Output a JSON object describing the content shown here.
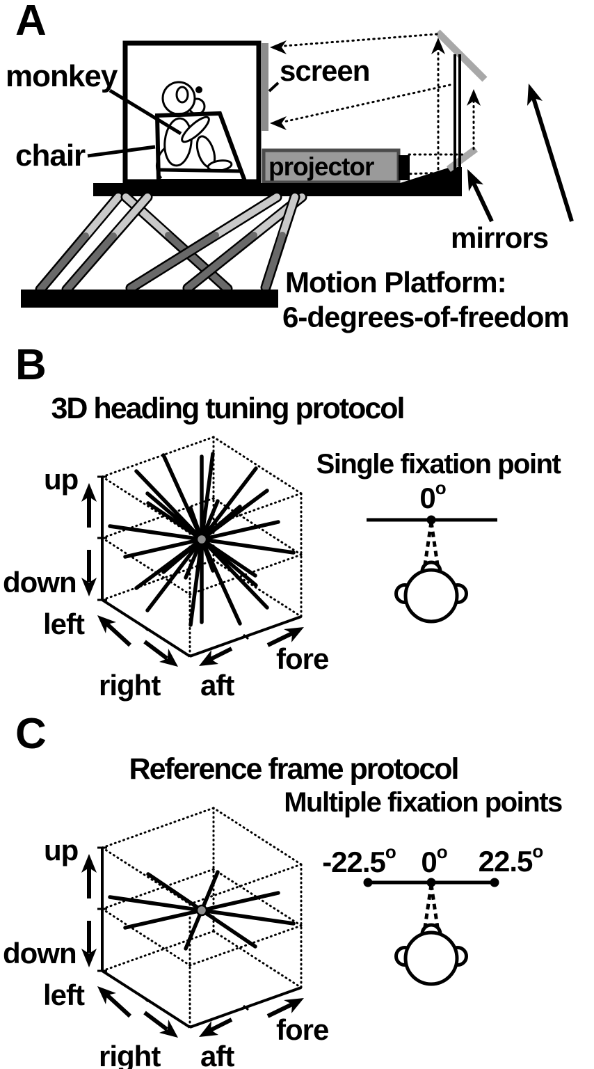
{
  "figure": {
    "panels": {
      "a": {
        "letter": "A",
        "monkey_label": "monkey",
        "chair_label": "chair",
        "screen_label": "screen",
        "projector_label": "projector",
        "mirrors_label": "mirrors",
        "caption_line1": "Motion Platform:",
        "caption_line2": "6-degrees-of-freedom"
      },
      "b": {
        "letter": "B",
        "title": "3D heading tuning protocol",
        "fixation_heading": "Single fixation point",
        "fixation_point_label": "0",
        "degree_symbol": "o"
      },
      "c": {
        "letter": "C",
        "title": "Reference frame protocol",
        "fixation_heading": "Multiple fixation points",
        "fixation_point_labels": [
          "-22.5",
          "0",
          "22.5"
        ],
        "degree_symbol": "o"
      }
    },
    "axis_labels": {
      "up": "up",
      "down": "down",
      "left": "left",
      "right": "right",
      "aft": "aft",
      "fore": "fore"
    },
    "colors": {
      "ink": "#000000",
      "paper": "#ffffff",
      "screen_bar": "#8d8d8d",
      "projector_fill": "#9a9a9a",
      "mirror": "#a8a8a8",
      "leg_upper": "#c9c9c9",
      "leg_lower": "#696969",
      "center_dot": "#8f8f8f"
    }
  }
}
